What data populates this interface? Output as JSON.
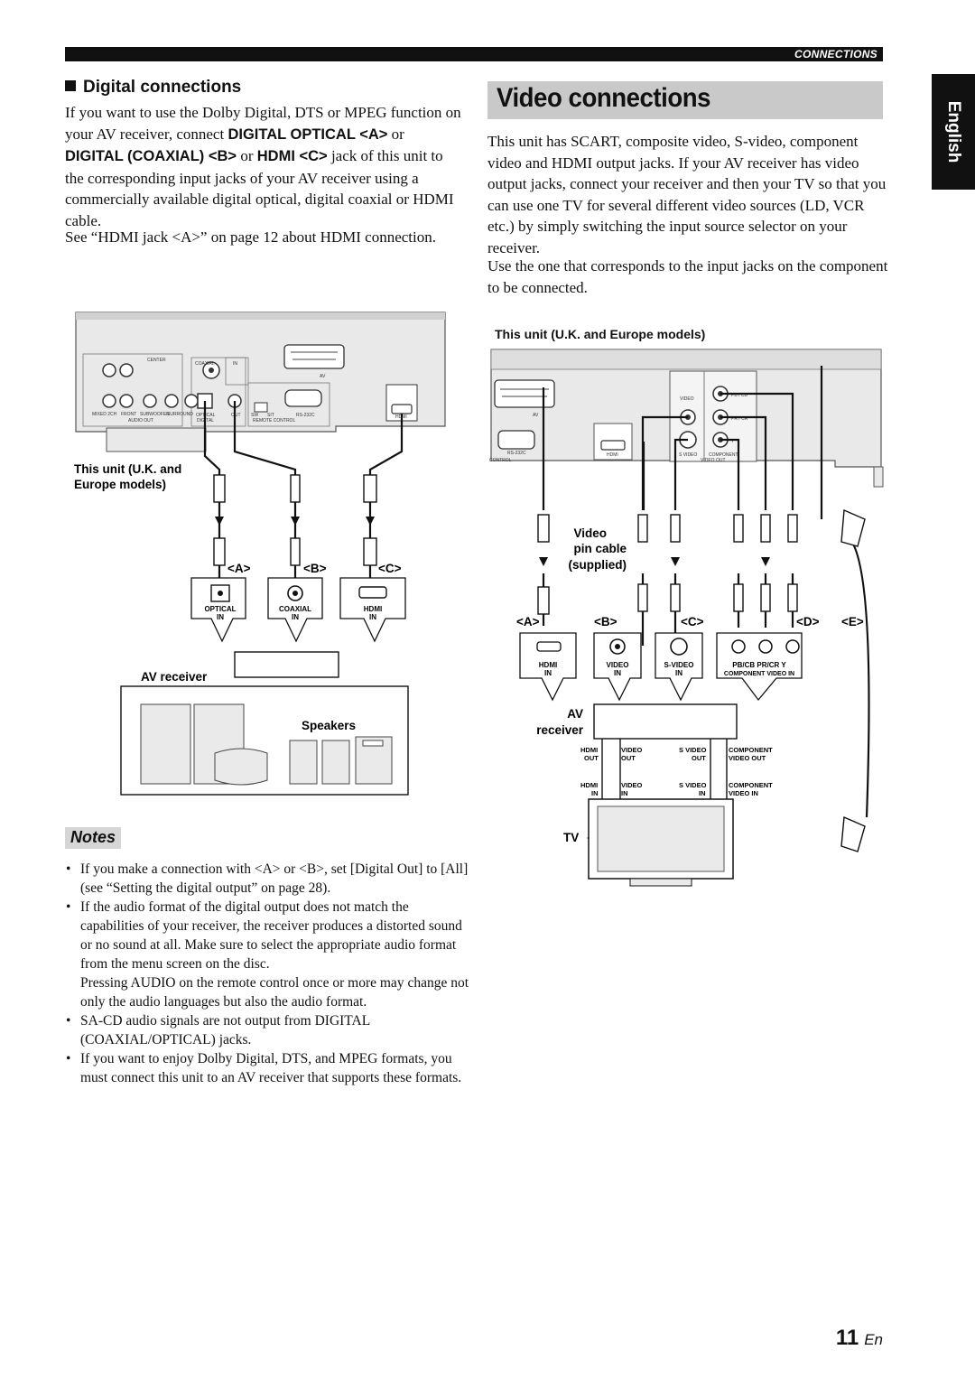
{
  "header": {
    "section": "CONNECTIONS",
    "language_tab": "English"
  },
  "digital": {
    "heading": "Digital connections",
    "para_1": "If you want to use the Dolby Digital, DTS or MPEG function on your AV receiver, connect ",
    "bold_1": "DIGITAL OPTICAL <A>",
    "or_1": " or ",
    "bold_2": "DIGITAL (COAXIAL) <B>",
    "or_2": " or ",
    "bold_3": "HDMI <C>",
    "para_2": " jack of this unit to the corresponding input jacks of your AV receiver using a commercially available digital optical, digital coaxial or HDMI cable.",
    "see": "See “HDMI jack <A>” on page 12 about HDMI connection."
  },
  "video": {
    "heading": "Video connections",
    "para_1": "This unit has SCART, composite video, S-video, component video and HDMI output jacks. If your AV receiver has video output jacks, connect your receiver and then your TV so that you can use one TV for several different video sources (LD, VCR etc.) by simply switching the input source selector on your receiver.",
    "para_2": "Use the one that corresponds to the input jacks on the component to be connected."
  },
  "left_diagram": {
    "unit_label_1": "This unit (U.K. and",
    "unit_label_2": "Europe models)",
    "panel": {
      "center": "CENTER",
      "coaxial": "COAXIAL",
      "in": "IN",
      "av": "AV",
      "mixed": "MIXED 2CH",
      "front": "FRONT",
      "subwoofer": "SUBWOOFER",
      "surround": "SURROUND",
      "audio_out": "AUDIO OUT",
      "optical": "OPTICAL",
      "digital": "DIGITAL",
      "out": "OUT",
      "sw": "SW",
      "sit": "SIT",
      "rs232c": "RS-232C",
      "remote": "REMOTE CONTROL",
      "hdmi": "HDMI"
    },
    "jack_a": "<A>",
    "jack_b": "<B>",
    "jack_c": "<C>",
    "optical_in_1": "OPTICAL",
    "optical_in_2": "IN",
    "coaxial_in_1": "COAXIAL",
    "coaxial_in_2": "IN",
    "hdmi_in_1": "HDMI",
    "hdmi_in_2": "IN",
    "av_receiver": "AV receiver",
    "speakers": "Speakers"
  },
  "right_diagram": {
    "unit_label": "This unit (U.K. and Europe models)",
    "panel": {
      "av": "AV",
      "video": "VIDEO",
      "rs232c": "RS-232C",
      "control": "CONTROL",
      "hdmi": "HDMI",
      "s_video": "S VIDEO",
      "component": "COMPONENT",
      "video_out": "VIDEO OUT",
      "pb_cb": "PB / CB",
      "pr_cr": "PR / CR",
      "y": "Y"
    },
    "cable_1": "Video",
    "cable_2": "pin cable",
    "cable_3": "(supplied)",
    "jack_a": "<A>",
    "jack_b": "<B>",
    "jack_c": "<C>",
    "jack_d": "<D>",
    "jack_e": "<E>",
    "hdmi_in_1": "HDMI",
    "hdmi_in_2": "IN",
    "video_in_1": "VIDEO",
    "video_in_2": "IN",
    "svideo_in_1": "S-VIDEO",
    "svideo_in_2": "IN",
    "comp_top": "PB/CB  PR/CR   Y",
    "comp_bottom": "COMPONENT VIDEO IN",
    "av_receiver_1": "AV",
    "av_receiver_2": "receiver",
    "rx_hdmi": "HDMI",
    "rx_out": "OUT",
    "rx_in": "IN",
    "rx_video": "VIDEO",
    "rx_svideo": "S VIDEO",
    "rx_component": "COMPONENT",
    "rx_video_out": "VIDEO OUT",
    "rx_video_in": "VIDEO IN",
    "tv": "TV"
  },
  "notes": {
    "title": "Notes",
    "items": [
      "If you make a connection with <A> or <B>, set [Digital Out] to [All] (see “Setting the digital output” on page 28).",
      "If the audio format of the digital output does not match the capabilities of your receiver, the receiver produces a distorted sound or no sound at all. Make sure to select the appropriate audio format from the menu screen on the disc.",
      "SA-CD audio signals are not output from DIGITAL (COAXIAL/OPTICAL) jacks.",
      "If you want to enjoy Dolby Digital, DTS, and MPEG formats, you must connect this unit to an AV receiver that supports these formats."
    ],
    "continuation": "Pressing AUDIO on the remote control once or more may change not only the audio languages but also the audio format."
  },
  "footer": {
    "page_number": "11",
    "page_suffix": "En"
  }
}
